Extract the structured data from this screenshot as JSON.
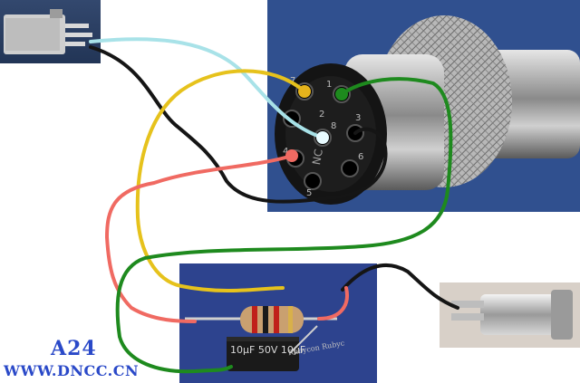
{
  "caption": {
    "code": "A24",
    "site": "WWW.DNCC.CN"
  },
  "connector_face": {
    "pins": [
      "7",
      "1",
      "2",
      "3",
      "4",
      "5",
      "6",
      "8"
    ],
    "marking": "NC"
  },
  "components": {
    "capacitor_brand": "Rubycon Rubyc",
    "capacitor_value": "10µF 50V 10µF"
  },
  "colors": {
    "wire_cyan": "#a8e2e8",
    "wire_black": "#151515",
    "wire_yellow": "#e6c21c",
    "wire_red": "#f06a62",
    "wire_green": "#1e8a1e",
    "text_blue": "#2a49c8"
  }
}
